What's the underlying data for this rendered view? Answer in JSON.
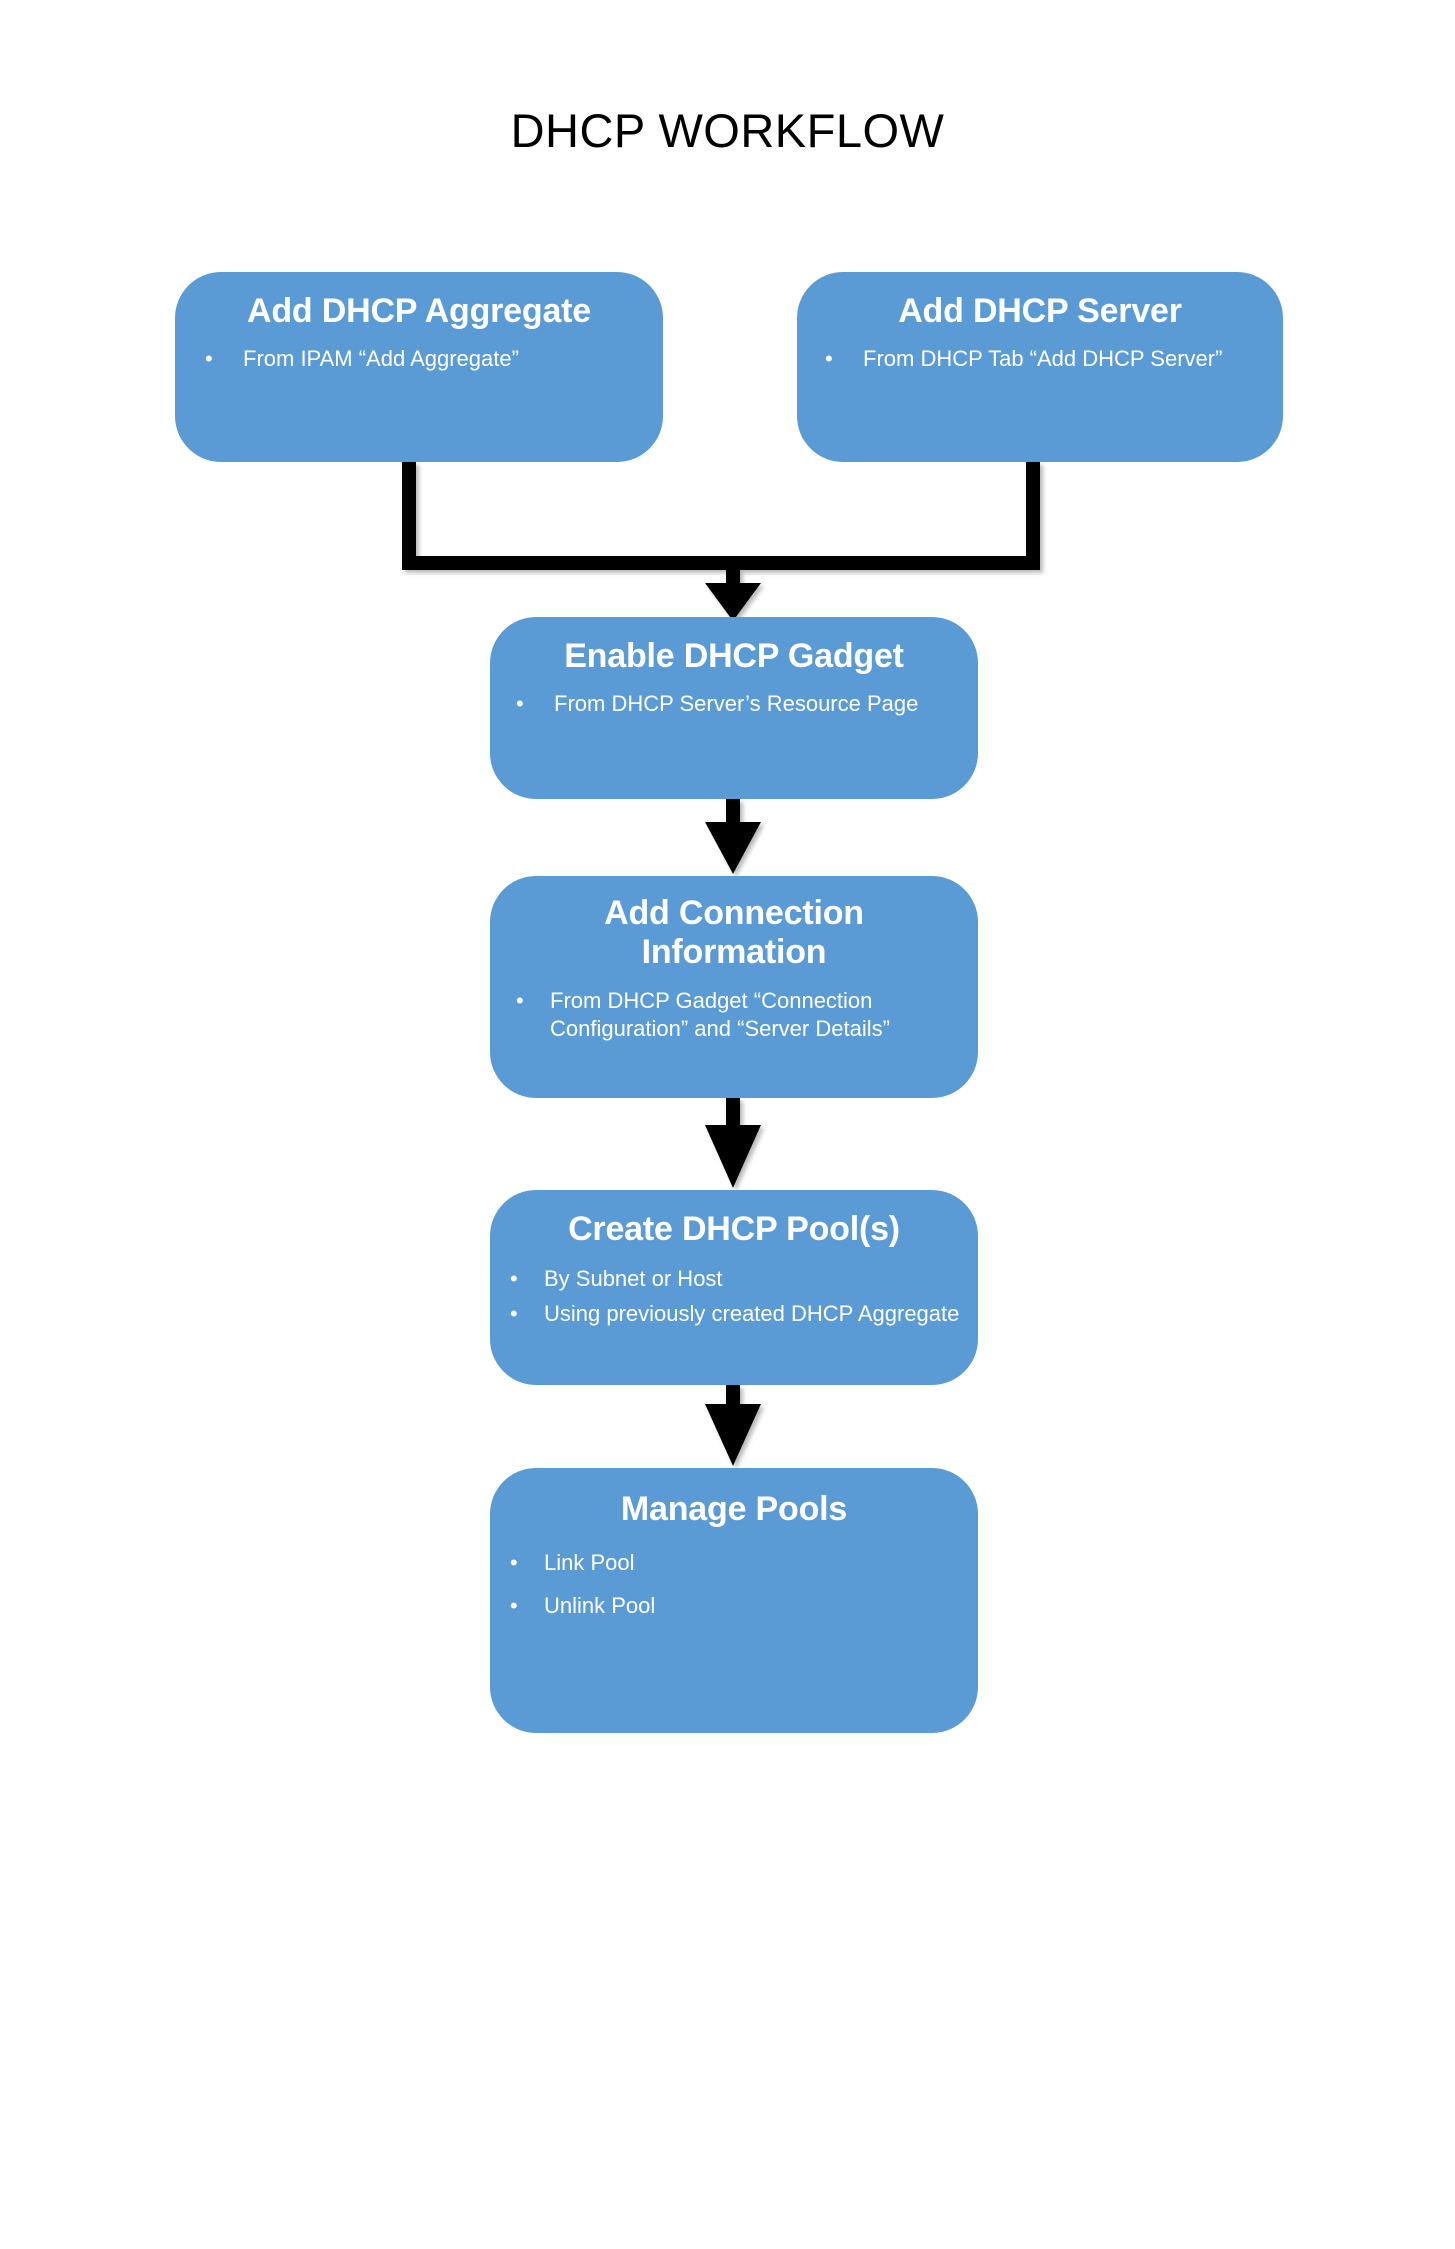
{
  "title": "DHCP WORKFLOW",
  "colors": {
    "node_fill": "#5B9BD5",
    "node_text": "#FFFFFF",
    "connector": "#000000",
    "title_text": "#000000",
    "background": "#FFFFFF"
  },
  "bullet_glyph": "•",
  "nodes": [
    {
      "id": "add-dhcp-aggregate",
      "title": "Add DHCP Aggregate",
      "bullets": [
        "From  IPAM “Add Aggregate”"
      ]
    },
    {
      "id": "add-dhcp-server",
      "title": "Add DHCP Server",
      "bullets": [
        "From  DHCP Tab “Add DHCP Server”"
      ]
    },
    {
      "id": "enable-dhcp-gadget",
      "title": "Enable DHCP Gadget",
      "bullets": [
        "From  DHCP Server’s Resource Page"
      ]
    },
    {
      "id": "add-connection-information",
      "title_line1": "Add Connection",
      "title_line2": "Information",
      "title": "Add Connection Information",
      "bullets": [
        "From  DHCP Gadget “Connection Configuration” and “Server Details”"
      ]
    },
    {
      "id": "create-dhcp-pools",
      "title": "Create DHCP Pool(s)",
      "bullets": [
        "By Subnet or Host",
        "Using previously created DHCP Aggregate"
      ]
    },
    {
      "id": "manage-pools",
      "title": "Manage Pools",
      "bullets": [
        "Link Pool",
        "Unlink Pool"
      ]
    }
  ],
  "connectors": [
    {
      "id": "merge-to-enable-gadget",
      "from": [
        "add-dhcp-aggregate",
        "add-dhcp-server"
      ],
      "to": "enable-dhcp-gadget",
      "style": "merge-arrow"
    },
    {
      "id": "enable-gadget-to-connection",
      "from": [
        "enable-dhcp-gadget"
      ],
      "to": "add-connection-information",
      "style": "arrow"
    },
    {
      "id": "connection-to-create-pools",
      "from": [
        "add-connection-information"
      ],
      "to": "create-dhcp-pools",
      "style": "arrow"
    },
    {
      "id": "create-pools-to-manage-pools",
      "from": [
        "create-dhcp-pools"
      ],
      "to": "manage-pools",
      "style": "arrow"
    }
  ]
}
